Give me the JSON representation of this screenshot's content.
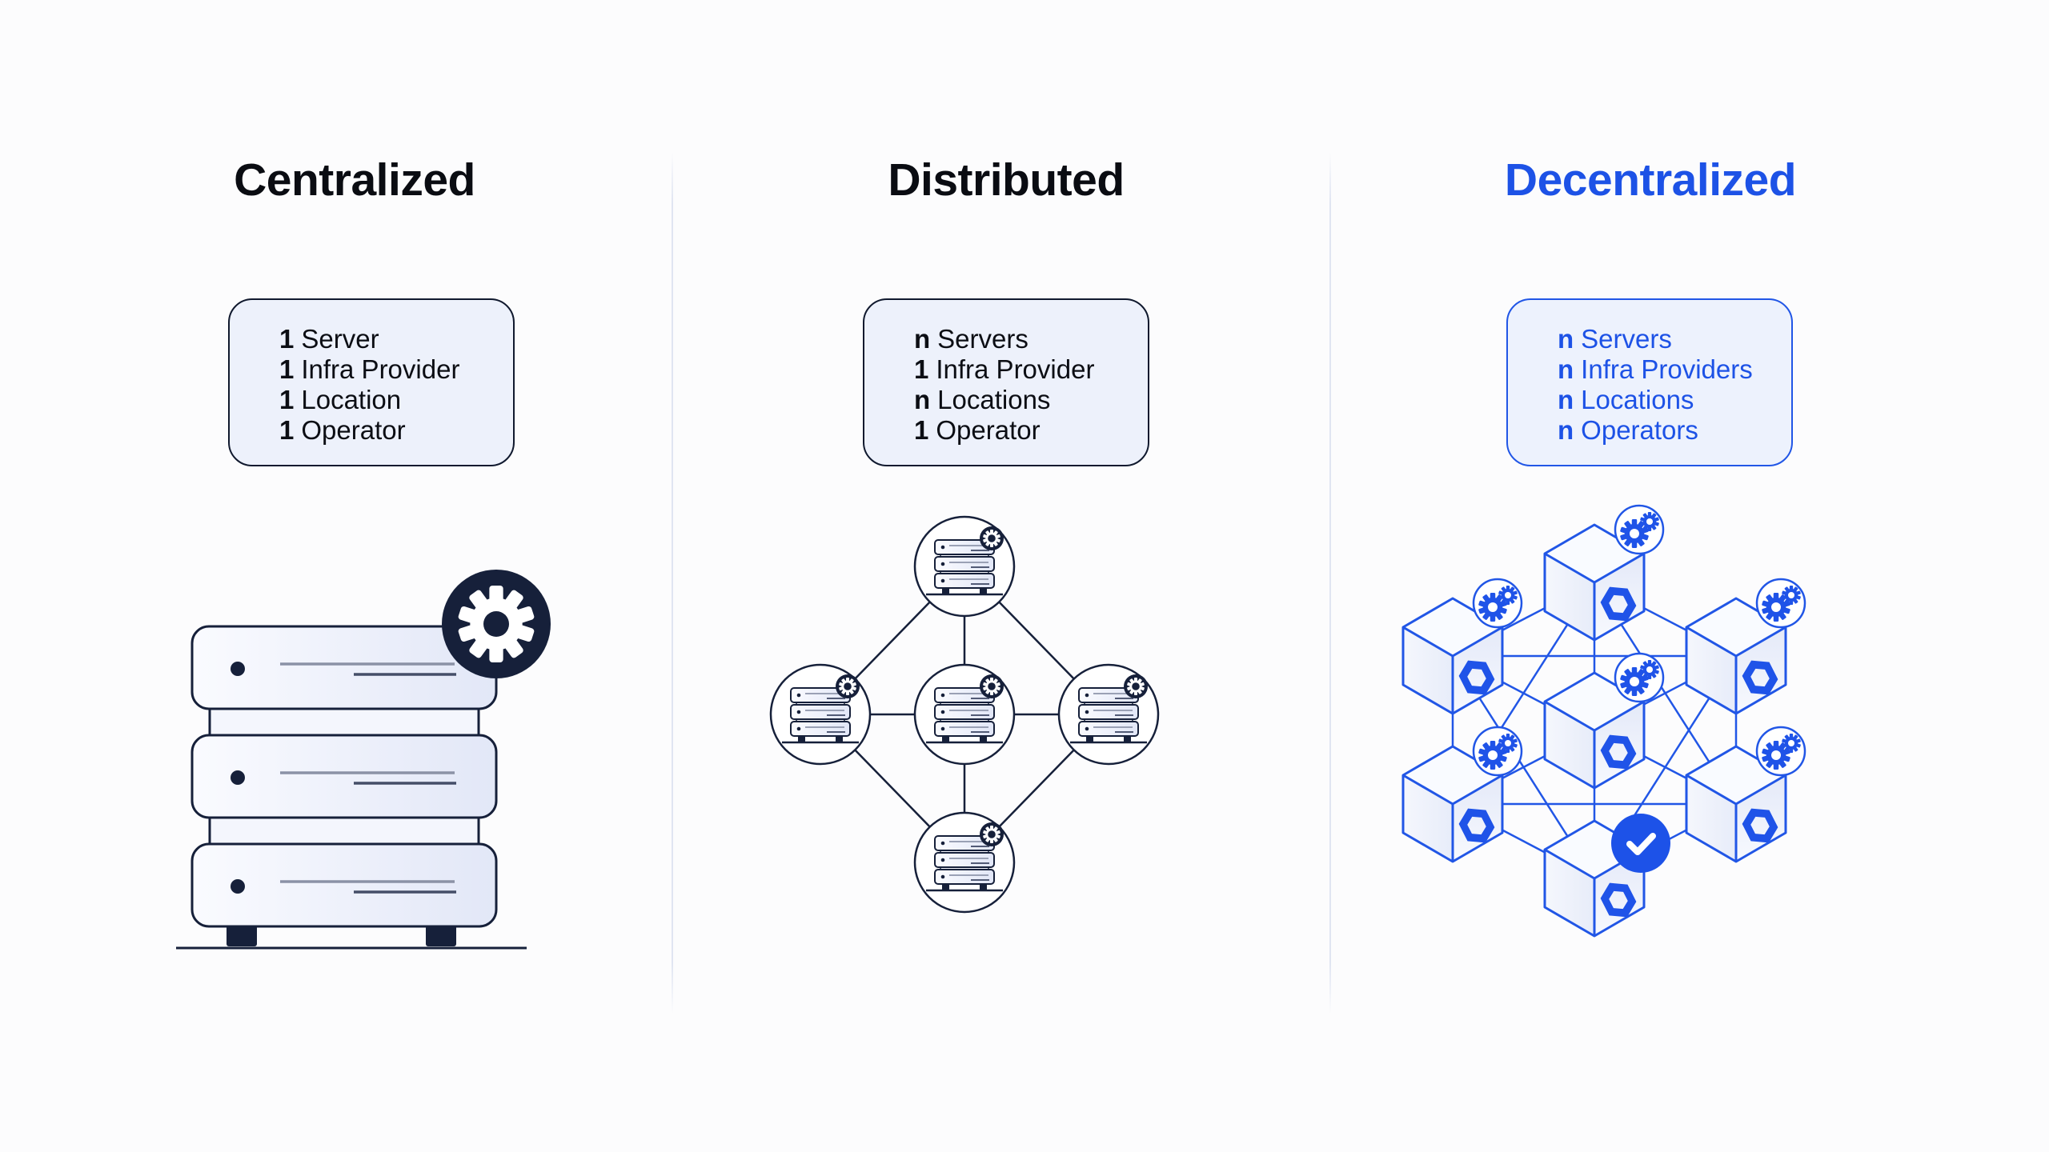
{
  "colors": {
    "background": "#fcfcfd",
    "navy": "#16203a",
    "accent_blue": "#1f53e8",
    "blue_text": "#1d52e6",
    "divider": "#e0e5f2",
    "card_background": "#edf1fb",
    "card_background_blue": "#edf2fd",
    "slab_fill_light": "#fafbff",
    "slab_fill_dark": "#e2e7f7"
  },
  "columns": [
    {
      "id": "centralized",
      "title": "Centralized",
      "card": {
        "lines": [
          {
            "prefix": "1",
            "label": "Server"
          },
          {
            "prefix": "1",
            "label": "Infra Provider"
          },
          {
            "prefix": "1",
            "label": "Location"
          },
          {
            "prefix": "1",
            "label": "Operator"
          }
        ]
      },
      "illustration": {
        "type": "single-server-stack",
        "icons": [
          "gear-icon"
        ],
        "node_count": 1
      }
    },
    {
      "id": "distributed",
      "title": "Distributed",
      "card": {
        "lines": [
          {
            "prefix": "n",
            "label": "Servers"
          },
          {
            "prefix": "1",
            "label": "Infra Provider"
          },
          {
            "prefix": "n",
            "label": "Locations"
          },
          {
            "prefix": "1",
            "label": "Operator"
          }
        ]
      },
      "illustration": {
        "type": "five-node-server-network",
        "icons": [
          "server-icon",
          "gear-icon"
        ],
        "node_count": 5
      }
    },
    {
      "id": "decentralized",
      "title": "Decentralized",
      "card": {
        "lines": [
          {
            "prefix": "n",
            "label": "Servers"
          },
          {
            "prefix": "n",
            "label": "Infra Providers"
          },
          {
            "prefix": "n",
            "label": "Locations"
          },
          {
            "prefix": "n",
            "label": "Operators"
          }
        ]
      },
      "illustration": {
        "type": "seven-hexagon-mesh-network",
        "icons": [
          "cube-icon",
          "gears-icon",
          "check-icon"
        ],
        "node_count": 7
      }
    }
  ]
}
